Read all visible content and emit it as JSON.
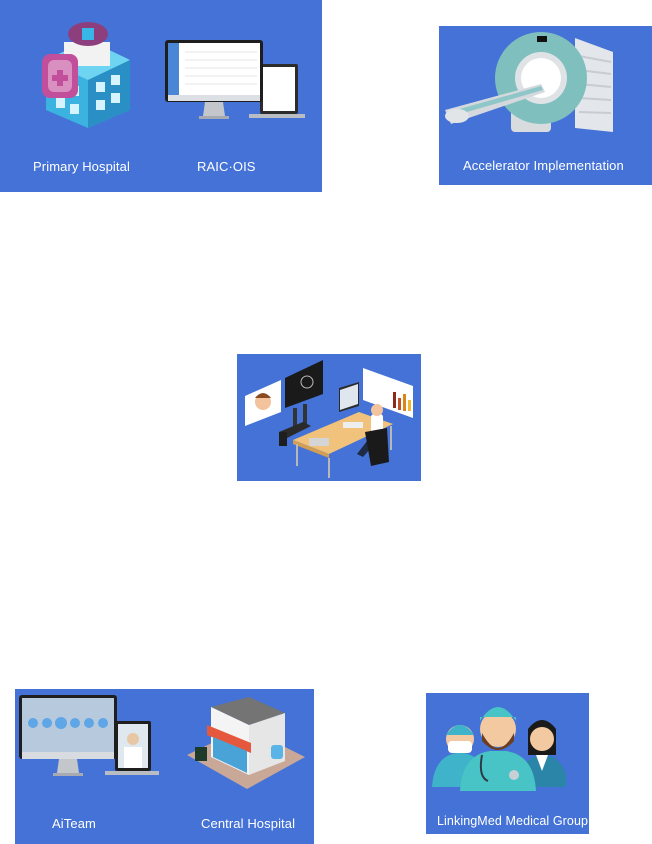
{
  "tiles": {
    "primary_hospital": {
      "label": "Primary Hospital",
      "icon": "hospital-building-icon"
    },
    "raic_ois": {
      "label": "RAIC·OIS",
      "icon": "desktop-laptop-software-icon"
    },
    "accelerator": {
      "label": "Accelerator Implementation",
      "icon": "ct-scanner-icon"
    },
    "remote_workstation": {
      "label": "",
      "icon": "doctor-workstation-icon"
    },
    "aiteam": {
      "label": "AiTeam",
      "icon": "telemedicine-screens-icon"
    },
    "central_hospital": {
      "label": "Central Hospital",
      "icon": "hospital-storefront-icon"
    },
    "linkingmed": {
      "label": "LinkingMed Medical Group",
      "icon": "medical-team-icon"
    }
  },
  "colors": {
    "tile_background": "#4472d6",
    "label_text": "#ffffff"
  }
}
